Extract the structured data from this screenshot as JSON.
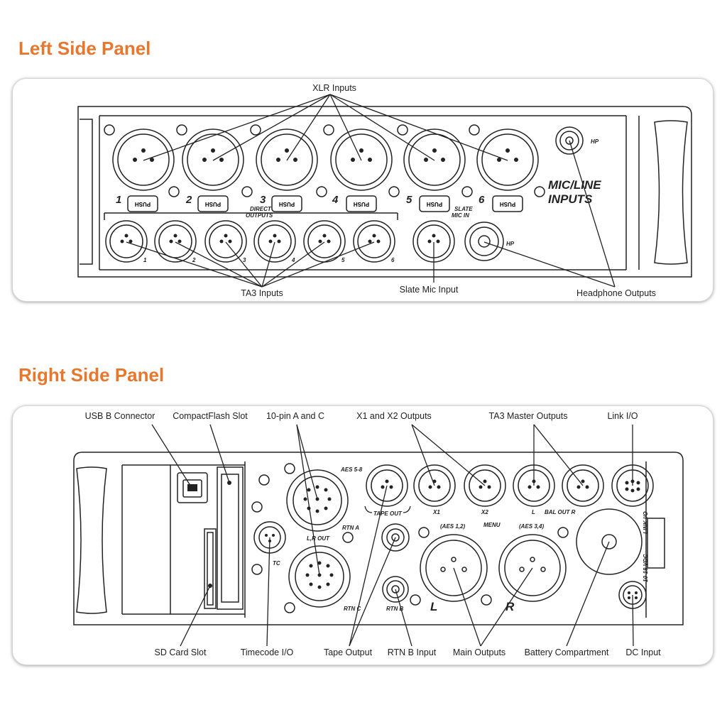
{
  "left_panel": {
    "heading": "Left Side Panel",
    "device_labels": {
      "channel_numbers": [
        "1",
        "2",
        "3",
        "4",
        "5",
        "6"
      ],
      "push": "PUSH",
      "direct_outputs": [
        "DIRECT",
        "OUTPUTS"
      ],
      "slate_mic_in": [
        "SLATE",
        "MIC IN"
      ],
      "mic_line_inputs": [
        "MIC/LINE",
        "INPUTS"
      ],
      "hp": "HP",
      "ta3_numbers": [
        "1",
        "2",
        "3",
        "4",
        "5",
        "6"
      ]
    },
    "callouts": {
      "xlr_inputs": "XLR Inputs",
      "ta3_inputs": "TA3 Inputs",
      "slate_mic_input": "Slate Mic Input",
      "headphone_outputs": "Headphone Outputs"
    }
  },
  "right_panel": {
    "heading": "Right Side Panel",
    "device_labels": {
      "aes_5_8": "AES 5-8",
      "rtn_a": "RTN A",
      "lr_out": "L,R OUT",
      "rtn_c": "RTN C",
      "tc": "TC",
      "tape_out": "TAPE OUT",
      "rtn_b": "RTN B",
      "x1": "X1",
      "x2": "X2",
      "l": "L",
      "bal_out_r": "BAL OUT  R",
      "aes_1_2": "(AES 1,2)",
      "menu": "MENU",
      "aes_3_4": "(AES 3,4)",
      "big_l": "L",
      "big_r": "R",
      "link_io": "LINK I/O",
      "vdc": "10-18 VDC"
    },
    "callouts": {
      "usb_b_connector": "USB B Connector",
      "compactflash_slot": "CompactFlash Slot",
      "ten_pin": "10-pin A and C",
      "x1_x2_outputs": "X1 and X2 Outputs",
      "ta3_master_outputs": "TA3 Master Outputs",
      "link_io": "Link I/O",
      "sd_card_slot": "SD Card Slot",
      "timecode_io": "Timecode I/O",
      "tape_output": "Tape Output",
      "rtn_b_input": "RTN B Input",
      "main_outputs": "Main Outputs",
      "battery_compartment": "Battery Compartment",
      "dc_input": "DC Input"
    }
  },
  "colors": {
    "heading": "#e8772e",
    "ink": "#222222",
    "card_border": "#d6d6d6"
  }
}
